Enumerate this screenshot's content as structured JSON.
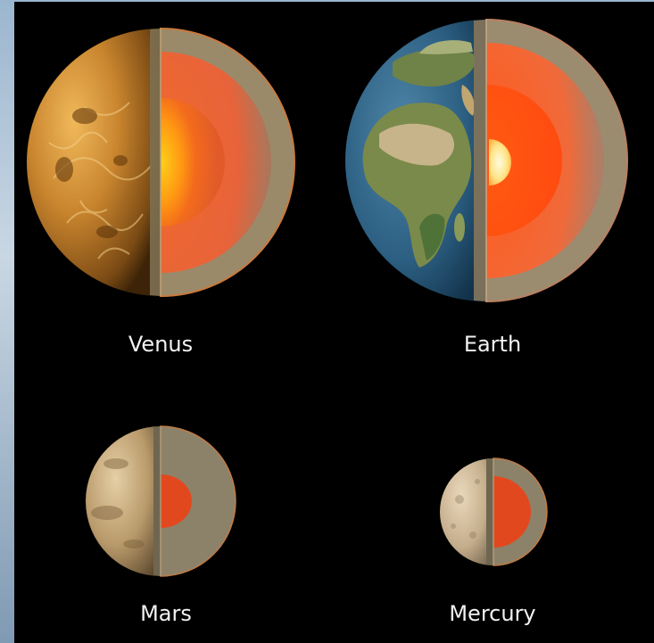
{
  "planets": [
    {
      "name": "Venus"
    },
    {
      "name": "Earth"
    },
    {
      "name": "Mars"
    },
    {
      "name": "Mercury"
    }
  ]
}
